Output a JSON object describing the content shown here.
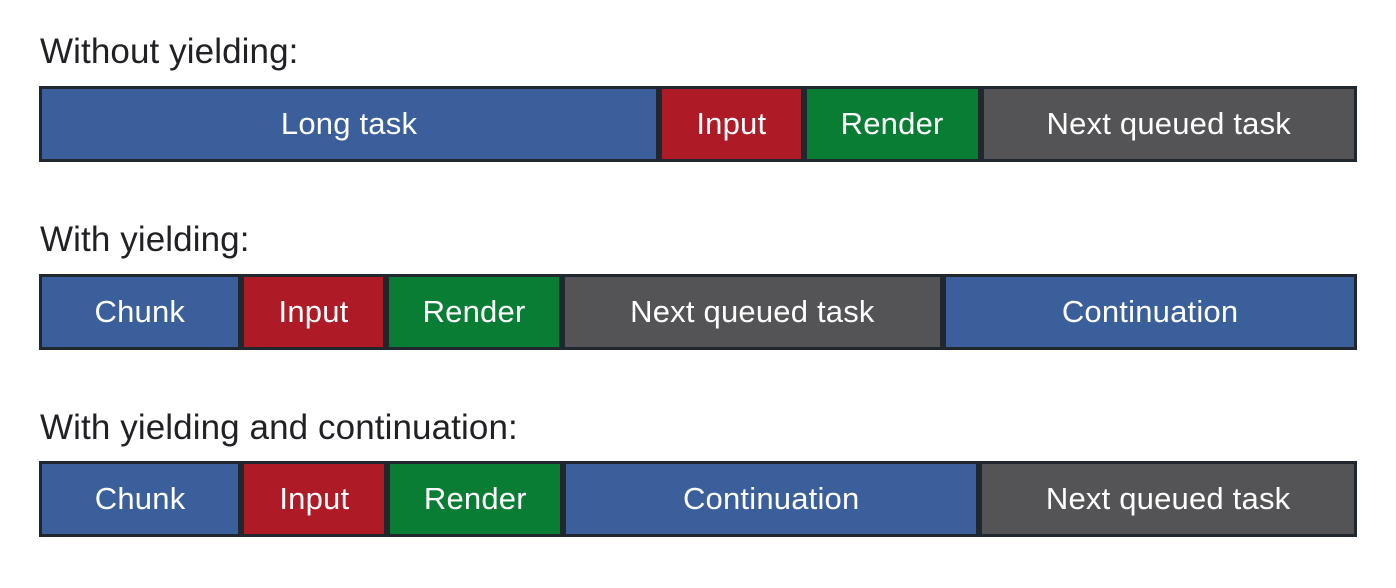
{
  "page": {
    "background": "#ffffff",
    "description": "Task timeline diagram comparing main-thread scheduling without yielding, with yielding, and with yielding and continuation"
  },
  "colors": {
    "blue": "#3a5f9b",
    "red": "#ae1a25",
    "green": "#0a7d35",
    "gray": "#545456",
    "border": "#20272e",
    "heading_text": "#202124",
    "segment_text": "#ffffff"
  },
  "sections": [
    {
      "label": "Without yielding:",
      "segments": [
        {
          "label": "Long task",
          "color_key": "blue",
          "grow": 625
        },
        {
          "label": "Input",
          "color_key": "red",
          "grow": 141
        },
        {
          "label": "Render",
          "color_key": "green",
          "grow": 174
        },
        {
          "label": "Next queued task",
          "color_key": "gray",
          "grow": 377
        }
      ]
    },
    {
      "label": "With yielding:",
      "segments": [
        {
          "label": "Chunk",
          "color_key": "blue",
          "grow": 200
        },
        {
          "label": "Input",
          "color_key": "red",
          "grow": 143
        },
        {
          "label": "Render",
          "color_key": "green",
          "grow": 173
        },
        {
          "label": "Next queued task",
          "color_key": "gray",
          "grow": 384
        },
        {
          "label": "Continuation",
          "color_key": "blue",
          "grow": 417
        }
      ]
    },
    {
      "label": "With yielding and continuation:",
      "segments": [
        {
          "label": "Chunk",
          "color_key": "blue",
          "grow": 200
        },
        {
          "label": "Input",
          "color_key": "red",
          "grow": 143
        },
        {
          "label": "Render",
          "color_key": "green",
          "grow": 173
        },
        {
          "label": "Continuation",
          "color_key": "blue",
          "grow": 418
        },
        {
          "label": "Next queued task",
          "color_key": "gray",
          "grow": 379
        }
      ]
    }
  ]
}
